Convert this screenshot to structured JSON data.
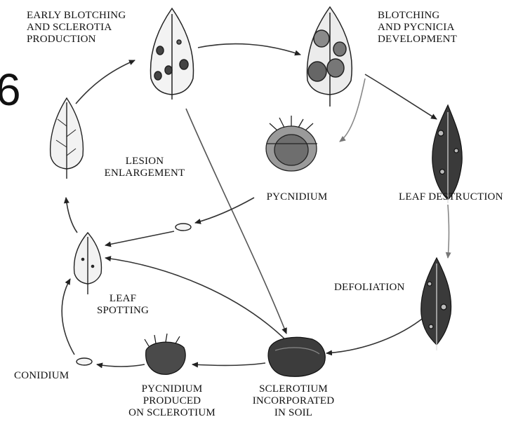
{
  "labels": {
    "early_blotching": "EARLY BLOTCHING\nAND SCLEROTIA\nPRODUCTION",
    "blotching_pycnidia": "BLOTCHING\nAND PYCNICIA\nDEVELOPMENT",
    "lesion_enlargement": "LESION\nENLARGEMENT",
    "pycnidium": "PYCNIDIUM",
    "leaf_destruction": "LEAF DESTRUCTION",
    "defoliation": "DEFOLIATION",
    "leaf_spotting": "LEAF\nSPOTTING",
    "conidium": "CONIDIUM",
    "pycnidium_on_sclerotium": "PYCNIDIUM\nPRODUCED\nON SCLEROTIUM",
    "sclerotium_in_soil": "SCLEROTIUM\nINCORPORATED\nIN SOIL"
  },
  "edge_glyph": "6"
}
